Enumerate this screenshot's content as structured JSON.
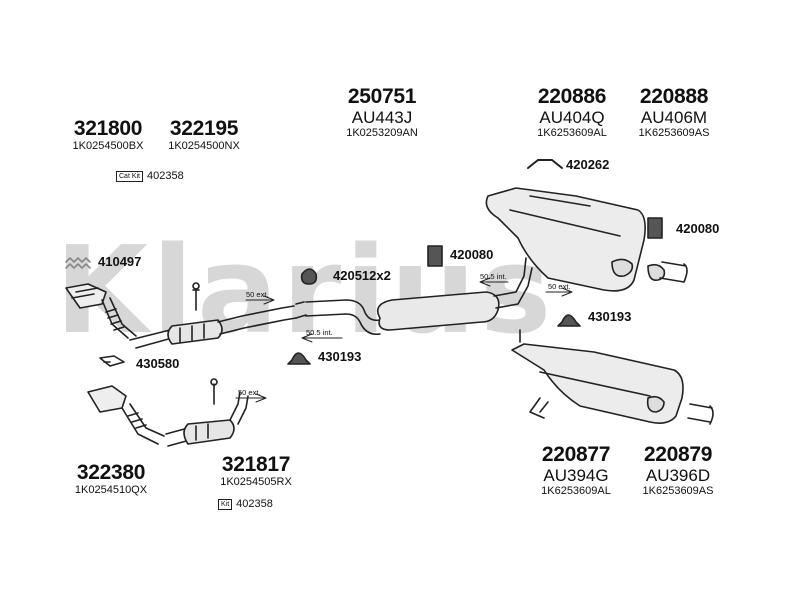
{
  "watermark": "Klarius",
  "parts": [
    {
      "id": "321800",
      "oem": "1K0254500BX"
    },
    {
      "id": "322195",
      "oem": "1K0254500NX"
    },
    {
      "id": "250751",
      "code": "AU443J",
      "oem": "1K0253209AN"
    },
    {
      "id": "220886",
      "code": "AU404Q",
      "oem": "1K6253609AL"
    },
    {
      "id": "220888",
      "code": "AU406M",
      "oem": "1K6253609AS"
    },
    {
      "id": "322380",
      "oem": "1K0254510QX"
    },
    {
      "id": "321817",
      "oem": "1K0254505RX"
    },
    {
      "id": "220877",
      "code": "AU394G",
      "oem": "1K6253609AL"
    },
    {
      "id": "220879",
      "code": "AU396D",
      "oem": "1K6253609AS"
    }
  ],
  "kits": {
    "top": {
      "badge": "Cat Kit",
      "number": "402358"
    },
    "bottom": {
      "badge": "Kit",
      "number": "402358"
    }
  },
  "fittings": [
    "410497",
    "420512x2",
    "420080",
    "420262",
    "420080",
    "430193",
    "430580",
    "430193"
  ],
  "dimensions": [
    "50 ext.",
    "50.5 int.",
    "50.5 int.",
    "50 ext.",
    "50 ext."
  ]
}
